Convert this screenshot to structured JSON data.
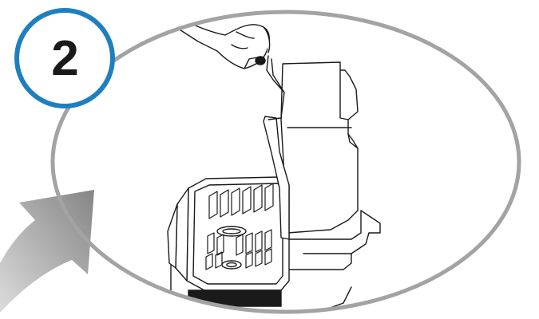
{
  "step": {
    "number": "2"
  },
  "colors": {
    "badge_ring": "#1e7fc0",
    "lens_ring": "#a3a3a3",
    "arrow_light": "#d9d9d9",
    "arrow_dark": "#8a8a8a",
    "line_art": "#1a1a1a",
    "background": "#ffffff"
  },
  "icons": {
    "step_badge": "circle-number-badge",
    "arrow": "gradient-curved-arrow",
    "illustration": "coffee-machine-water-tank-removal"
  }
}
